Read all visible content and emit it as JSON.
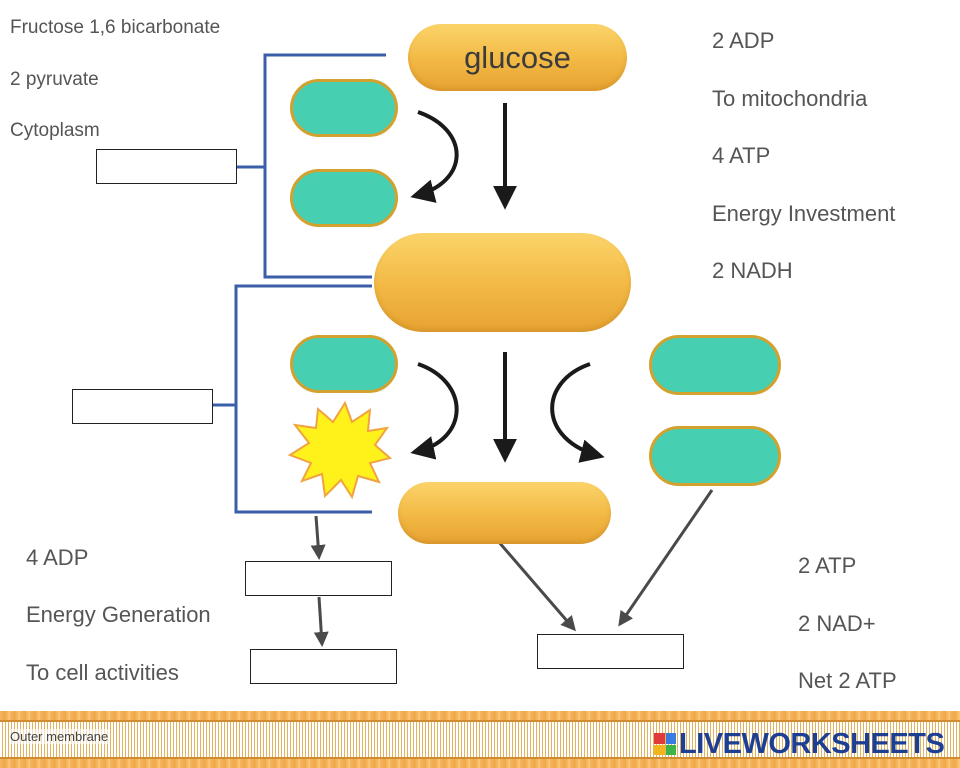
{
  "terms": {
    "fructose": "Fructose 1,6 bicarbonate",
    "pyruvate": "2 pyruvate",
    "cytoplasm": "Cytoplasm",
    "adp2": "2 ADP",
    "mitochondria": "To mitochondria",
    "atp4": "4 ATP",
    "investment": "Energy Investment",
    "nadh2": "2 NADH",
    "adp4": "4 ADP",
    "generation": "Energy Generation",
    "cell_activities": "To cell activities",
    "atp2": "2 ATP",
    "nad2": "2 NAD+",
    "net_atp": "Net 2 ATP"
  },
  "diagram": {
    "glucose_label": "glucose"
  },
  "footer": {
    "membrane_label": "Outer membrane",
    "logo_text": "LIVEWORKSHEETS",
    "logo_colors": [
      "#e23a3a",
      "#3a7be2",
      "#f3b51d",
      "#3cb44a"
    ]
  },
  "colors": {
    "bracket_blue": "#3a5ea8",
    "arrow_dark": "#1a1a1a",
    "arrow_grey": "#4a4a4a",
    "teal_fill": "#47cfb2",
    "gold_fill": "#f2b843",
    "burst_fill": "#fff21a"
  }
}
